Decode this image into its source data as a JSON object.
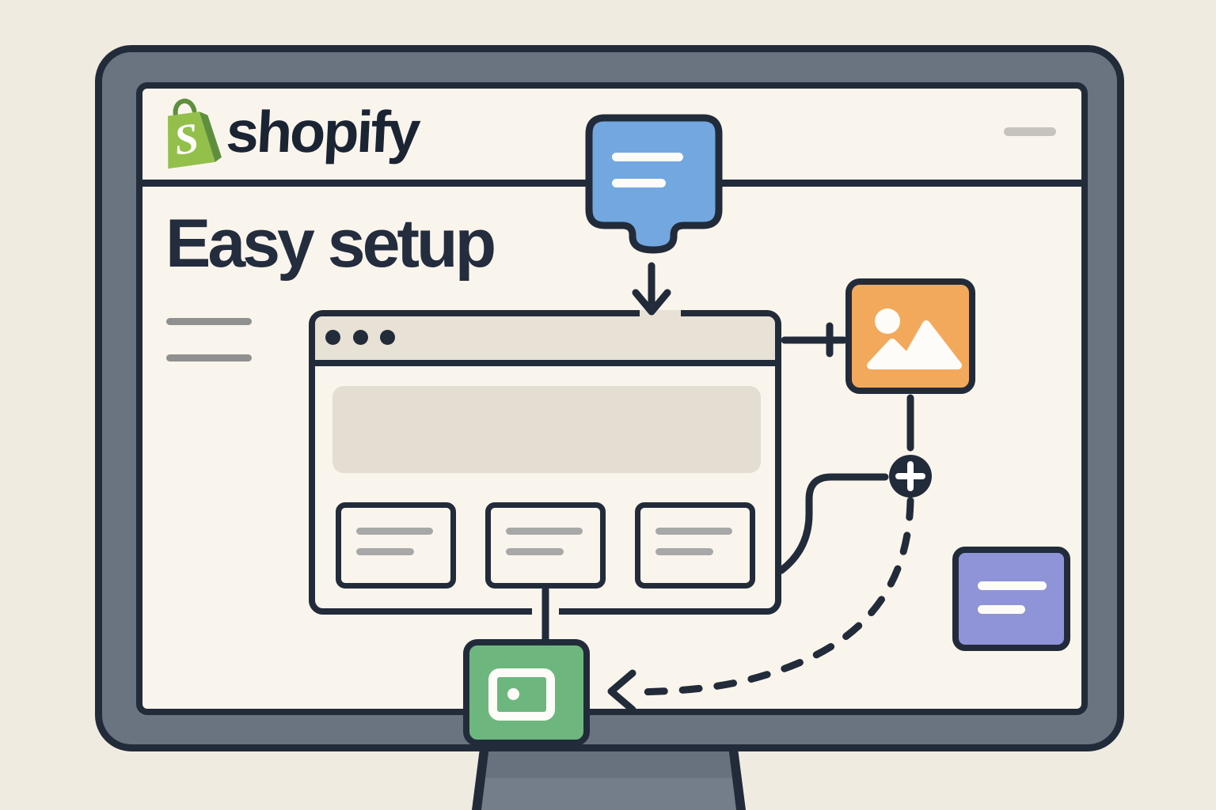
{
  "header": {
    "logo": {
      "monogram": "S",
      "wordmark": "shopify",
      "icon": "shopify-bag-icon"
    },
    "window_control": "dash"
  },
  "content": {
    "heading": "Easy setup"
  },
  "diagram": {
    "nodes": [
      {
        "id": "chat-bubble",
        "type": "speech-bubble",
        "color": "#73a7e0",
        "skeleton_lines": 2
      },
      {
        "id": "browser-window",
        "type": "browser-mockup",
        "titlebar_dots": 3,
        "placeholder_blocks": 1,
        "feature_cards": 3,
        "skeleton_lines_per_card": 2
      },
      {
        "id": "image-card",
        "type": "image-placeholder",
        "color": "#f3a95b",
        "icon": "image-photo-icon"
      },
      {
        "id": "plus-badge",
        "type": "add-node",
        "color": "#222b3a",
        "icon": "plus-icon"
      },
      {
        "id": "screenshot-card",
        "type": "media-card",
        "color": "#6db77f",
        "icon": "viewfinder-icon"
      },
      {
        "id": "text-card",
        "type": "text-placeholder",
        "color": "#8f93d8",
        "skeleton_lines": 2
      }
    ],
    "connections": [
      {
        "from": "chat-bubble",
        "to": "browser-window",
        "style": "solid-arrow-down"
      },
      {
        "from": "browser-window",
        "to": "image-card",
        "style": "solid-line-with-tick"
      },
      {
        "from": "image-card",
        "to": "plus-badge",
        "style": "solid-line"
      },
      {
        "from": "browser-window",
        "to": "plus-badge",
        "style": "solid-elbow"
      },
      {
        "from": "plus-badge",
        "to": "screenshot-card",
        "style": "dashed-curved-arrow"
      },
      {
        "from": "browser-window",
        "to": "screenshot-card",
        "style": "solid-line"
      }
    ]
  },
  "colors": {
    "page_background": "#f0ebe1",
    "screen_background": "#faf5ec",
    "bezel_gray": "#6a7380",
    "stand_gray": "#747e8a",
    "outline_navy": "#222b3a",
    "bubble_blue": "#73a7e0",
    "image_card_orange": "#f3a95b",
    "media_card_green": "#6db77f",
    "text_card_purple": "#8f93d8",
    "shopify_green": "#93c04b",
    "shopify_green_dark": "#5f8f3d",
    "wordmark_navy": "#1b2433",
    "placeholder_beige": "#e3ddd2",
    "skeleton_gray": "#a8a8a8"
  }
}
